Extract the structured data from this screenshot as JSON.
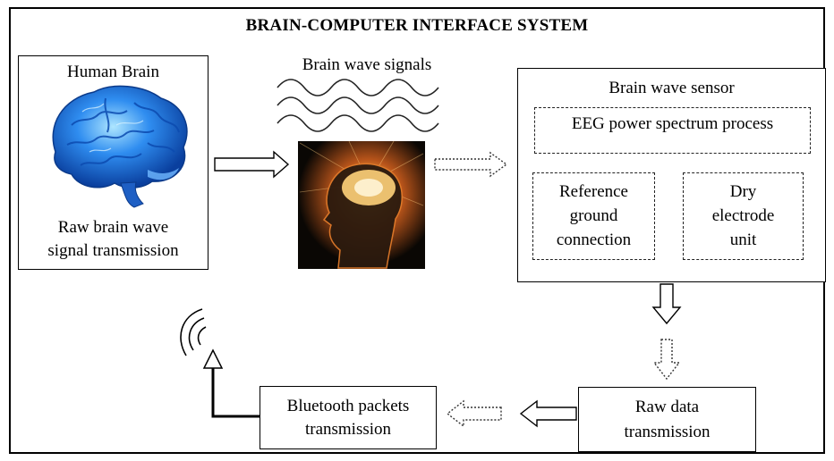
{
  "title": "BRAIN-COMPUTER INTERFACE SYSTEM",
  "brain_box": {
    "heading": "Human Brain",
    "caption_line1": "Raw brain wave",
    "caption_line2": "signal transmission"
  },
  "signals_label": "Brain wave signals",
  "sensor": {
    "heading": "Brain wave sensor",
    "eeg": "EEG power spectrum process",
    "reference_line1": "Reference",
    "reference_line2": "ground",
    "reference_line3": "connection",
    "dry_line1": "Dry",
    "dry_line2": "electrode",
    "dry_line3": "unit"
  },
  "raw_data": {
    "line1": "Raw data",
    "line2": "transmission"
  },
  "bluetooth": {
    "line1": "Bluetooth packets",
    "line2": "transmission"
  },
  "colors": {
    "brain_blue": "#1e6fd8",
    "glow_orange": "#ff9a2a",
    "border": "#000000"
  }
}
